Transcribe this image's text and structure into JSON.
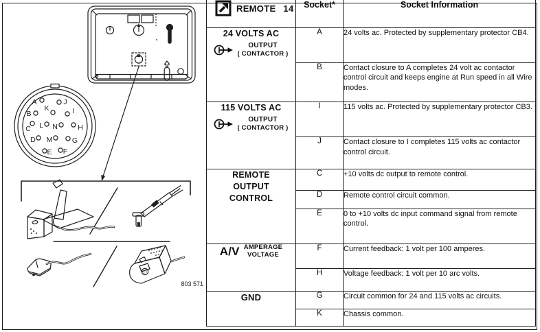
{
  "header": {
    "remote_label": "REMOTE",
    "remote_number": "14",
    "socket_col": "Socket*",
    "info_col": "Socket Information"
  },
  "figure_code": "803 571",
  "connector": {
    "pins": [
      "A",
      "J",
      "K",
      "B",
      "I",
      "C",
      "L",
      "N",
      "H",
      "D",
      "M",
      "G",
      "E",
      "F"
    ]
  },
  "groups": [
    {
      "title": "24 VOLTS AC",
      "sub1": "OUTPUT",
      "sub2": "( CONTACTOR )",
      "rows": [
        {
          "socket": "A",
          "info": "24 volts ac. Protected by supplementary protector CB4."
        },
        {
          "socket": "B",
          "info": "Contact closure to A completes 24 volt ac contactor control circuit and keeps engine at Run speed in all Wire modes."
        }
      ]
    },
    {
      "title": "115 VOLTS AC",
      "sub1": "OUTPUT",
      "sub2": "( CONTACTOR )",
      "rows": [
        {
          "socket": "I",
          "info": "115 volts ac. Protected by supplementary protector CB3."
        },
        {
          "socket": "J",
          "info": "Contact closure to I completes 115 volts ac contactor control circuit."
        }
      ]
    },
    {
      "line1": "REMOTE",
      "line2": "OUTPUT",
      "line3": "CONTROL",
      "rows": [
        {
          "socket": "C",
          "info": "+10 volts dc output to remote control."
        },
        {
          "socket": "D",
          "info": "Remote control circuit common."
        },
        {
          "socket": "E",
          "info": "0 to +10 volts dc input command signal from remote control."
        }
      ]
    },
    {
      "av": "A/V",
      "sub1": "AMPERAGE",
      "sub2": "VOLTAGE",
      "rows": [
        {
          "socket": "F",
          "info": "Current feedback: 1 volt per 100 amperes."
        },
        {
          "socket": "H",
          "info": "Voltage feedback: 1 volt per 10 arc volts."
        }
      ]
    },
    {
      "title": "GND",
      "rows": [
        {
          "socket": "G",
          "info": "Circuit common for 24 and 115 volts ac circuits."
        },
        {
          "socket": "K",
          "info": "Chassis common."
        }
      ]
    }
  ]
}
